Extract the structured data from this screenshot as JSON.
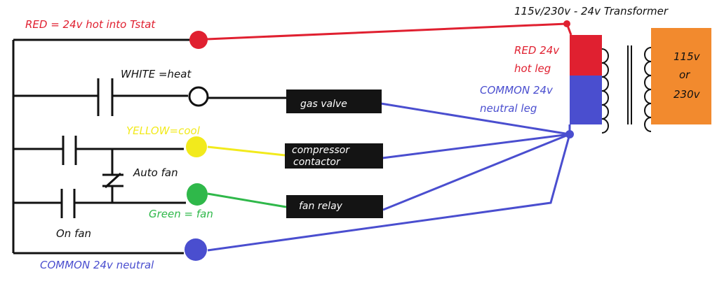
{
  "colors": {
    "red": "#e02030",
    "blue": "#4a4ecf",
    "yellow": "#f2ea1c",
    "green": "#2fb84a",
    "orange": "#f28a2e",
    "black": "#111111",
    "box": "#141414",
    "box_text": "#ffffff"
  },
  "labels": {
    "red_hot": "RED = 24v hot into Tstat",
    "white_heat": "WHITE =heat",
    "yellow_cool": "YELLOW=cool",
    "auto_fan": "Auto fan",
    "green_fan": "Green = fan",
    "on_fan": "On fan",
    "common_neutral": "COMMON 24v neutral",
    "transformer_title": "115v/230v - 24v Transformer",
    "red_hot_leg_1": "RED 24v",
    "red_hot_leg_2": "hot leg",
    "common_neutral_leg_1": "COMMON 24v",
    "common_neutral_leg_2": "neutral leg"
  },
  "loads": {
    "gas_valve": "gas valve",
    "compressor_1": "compressor",
    "compressor_2": "contactor",
    "fan_relay": "fan relay"
  },
  "supply": {
    "line_1": "115v",
    "line_2": "or",
    "line_3": "230v"
  }
}
